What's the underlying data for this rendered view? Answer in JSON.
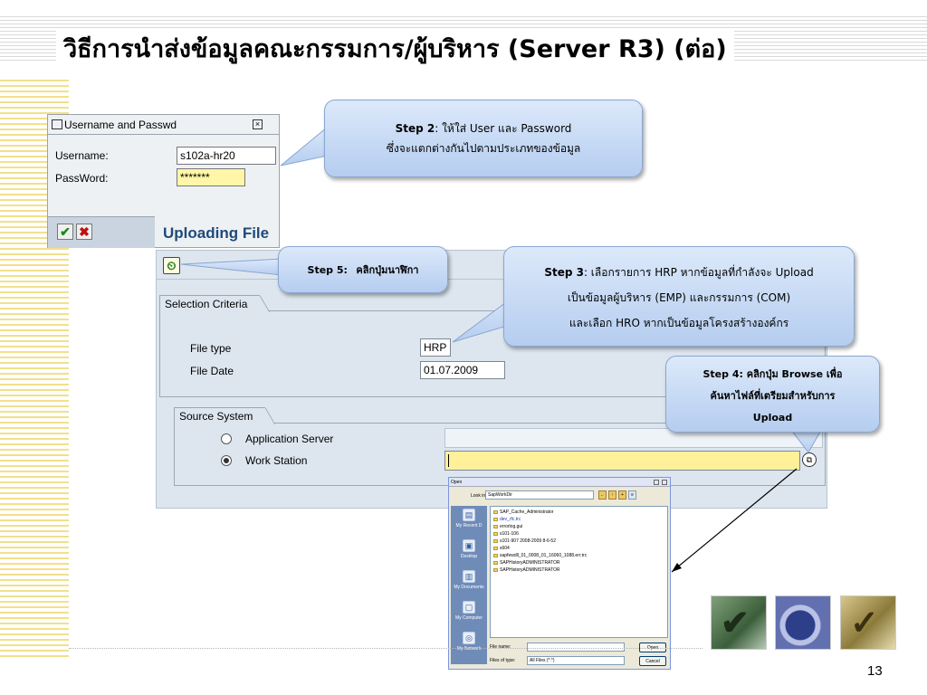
{
  "slide": {
    "title": "วิธีการนำส่งข้อมูลคณะกรรมการ/ผู้บริหาร (Server R3) (ต่อ)",
    "page_number": "13"
  },
  "login_dialog": {
    "title": "Username and Passwd",
    "username_label": "Username:",
    "username_value": "s102a-hr20",
    "password_label": "PassWord:",
    "password_value": "*******",
    "ok_icon": "✔",
    "cancel_icon": "✖"
  },
  "sap_screen": {
    "heading": "Uploading File",
    "execute_icon": "clock-execute-icon",
    "selection_group": "Selection Criteria",
    "file_type_label": "File type",
    "file_type_value": "HRP",
    "file_date_label": "File Date",
    "file_date_value": "01.07.2009",
    "source_group": "Source System",
    "radio_application_server": "Application Server",
    "radio_work_station": "Work Station",
    "selected_source": "Work Station",
    "path_value": ""
  },
  "open_dialog": {
    "title": "Open",
    "look_in_label": "Look in:",
    "look_in_value": "SapWorkDir",
    "places": [
      "My Recent D",
      "Desktop",
      "My Documents",
      "My Computer",
      "My Network"
    ],
    "files": [
      "SAP_Cache_Administrator",
      "dev_rfc.trc",
      "errorlog.gui",
      "s101-106",
      "s101-907 2008-2009 8-6-52",
      "s604",
      "sapfewdll_01_0008_01_16060_1088.err.trc",
      "SAPHistoryADMINISTRATOR",
      "SAPHistoryADMINISTRATOR"
    ],
    "file_name_label": "File name:",
    "file_name_value": "",
    "files_of_type_label": "Files of type:",
    "files_of_type_value": "All Files (*.*)",
    "open_button": "Open",
    "cancel_button": "Cancel"
  },
  "callouts": {
    "step2": {
      "step": "Step 2",
      "line1": ":  ให้ใส่ User และ Password",
      "line2": "ซึ่งจะแตกต่างกันไปตามประเภทของข้อมูล"
    },
    "step5": {
      "step": "Step 5:",
      "text": "คลิกปุ่มนาฬิกา"
    },
    "step3": {
      "step": "Step 3",
      "line1": ": เลือกรายการ HRP หากข้อมูลที่กำลังจะ Upload",
      "line2": "เป็นข้อมูลผู้บริหาร (EMP) และกรรมการ (COM)",
      "line3": "และเลือก HRO หากเป็นข้อมูลโครงสร้างองค์กร"
    },
    "step4": {
      "step": "Step  4:",
      "line1": " คลิกปุ่ม Browse เพื่อ",
      "line2": "ค้นหาไฟล์ที่เตรียมสำหรับการ",
      "line3": "Upload"
    }
  },
  "colors": {
    "callout_fill": "#b5cdf0",
    "sap_background": "#dde6ef",
    "sap_heading": "#1f4a7a",
    "required_field": "#fff09a"
  }
}
